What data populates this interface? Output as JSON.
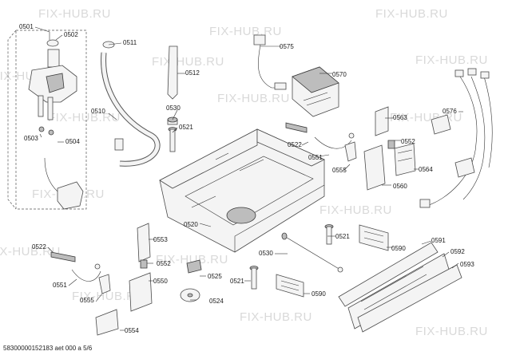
{
  "watermark": "FIX-HUB.RU",
  "footer": "58300000152183 aet 000 a 5/6",
  "labels": {
    "p0501": "0501",
    "p0502": "0502",
    "p0503": "0503",
    "p0504": "0504",
    "p0510": "0510",
    "p0511": "0511",
    "p0512": "0512",
    "p0520": "0520",
    "p0521a": "0521",
    "p0521b": "0521",
    "p0521c": "0521",
    "p0522a": "0522",
    "p0522b": "0522",
    "p0524": "0524",
    "p0525": "0525",
    "p0530a": "0530",
    "p0530b": "0530",
    "p0550": "0550",
    "p0551a": "0551",
    "p0551b": "0551",
    "p0552a": "0552",
    "p0552b": "0552",
    "p0553": "0553",
    "p0554": "0554",
    "p0555a": "0555",
    "p0555b": "0555",
    "p0560": "0560",
    "p0563": "0563",
    "p0564": "0564",
    "p0570": "0570",
    "p0575": "0575",
    "p0576": "0576",
    "p0590a": "0590",
    "p0590b": "0590",
    "p0591": "0591",
    "p0592": "0592",
    "p0593": "0593"
  }
}
